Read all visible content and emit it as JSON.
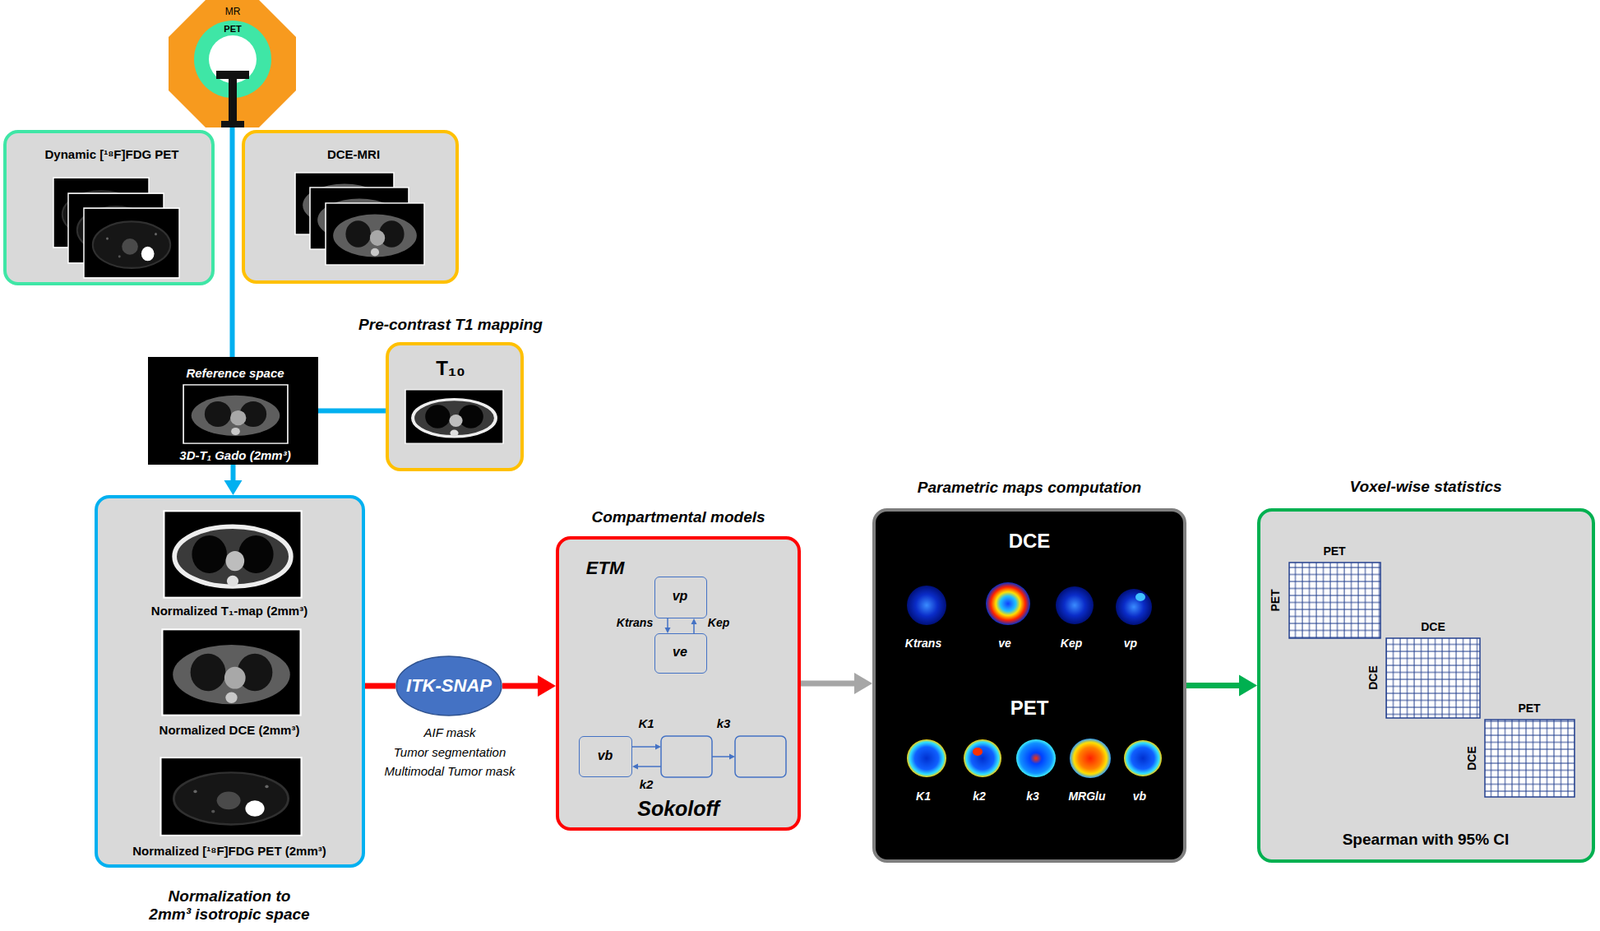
{
  "diagram": {
    "nodes": [
      {
        "text": [
          "MR",
          "PET"
        ]
      },
      {
        "text": [
          "Dynamic [¹⁸F]FDG PET"
        ]
      },
      {
        "text": [
          "DCE-MRI"
        ]
      },
      {
        "text": [
          "Reference space",
          "3D-T₁ Gado (2mm³)"
        ]
      },
      {
        "text": [
          "Pre-contrast T1 mapping",
          "T₁₀"
        ]
      },
      {
        "text": [
          "Normalized T₁-map (2mm³)",
          "Normalized DCE (2mm³)",
          "Normalized [¹⁸F]FDG PET (2mm³)",
          "Normalization to 2mm³ isotropic space"
        ]
      },
      {
        "text": [
          "ITK-SNAP"
        ]
      },
      {
        "text": [
          "Compartmental models",
          "ETM",
          "Sokoloff"
        ]
      },
      {
        "text": [
          "vp"
        ],
        "in": 7
      },
      {
        "text": [
          "ve"
        ],
        "in": 7
      },
      {
        "text": [
          "vb"
        ],
        "in": 7
      },
      {
        "text": [
          "Parametric maps computation",
          "DCE",
          "Ktrans",
          "ve",
          "Kep",
          "vp",
          "PET",
          "K1",
          "k2",
          "k3",
          "MRGlu",
          "vb"
        ]
      },
      {
        "text": [
          "Voxel-wise statistics",
          "PET",
          "PET",
          "DCE",
          "DCE",
          "PET",
          "DCE",
          "Spearman with 95% CI"
        ]
      }
    ],
    "edges": [
      {
        "from": 0,
        "to": 3,
        "arrow": "none"
      },
      {
        "from": 4,
        "to": 3,
        "arrow": "none"
      },
      {
        "from": 3,
        "to": 5,
        "arrow": "to"
      },
      {
        "from": 5,
        "to": 6,
        "arrow": "none"
      },
      {
        "from": 6,
        "to": 7,
        "arrow": "to"
      },
      {
        "from": 7,
        "to": 11,
        "arrow": "to"
      },
      {
        "from": 11,
        "to": 12,
        "arrow": "to"
      },
      {
        "from": 8,
        "to": 9,
        "arrow": "to",
        "label": "Ktrans"
      },
      {
        "from": 9,
        "to": 8,
        "arrow": "to",
        "label": "Kep"
      }
    ],
    "labels": [
      "AIF mask",
      "Tumor segmentation",
      "Multimodal Tumor mask",
      "K1",
      "k2",
      "k3"
    ]
  }
}
